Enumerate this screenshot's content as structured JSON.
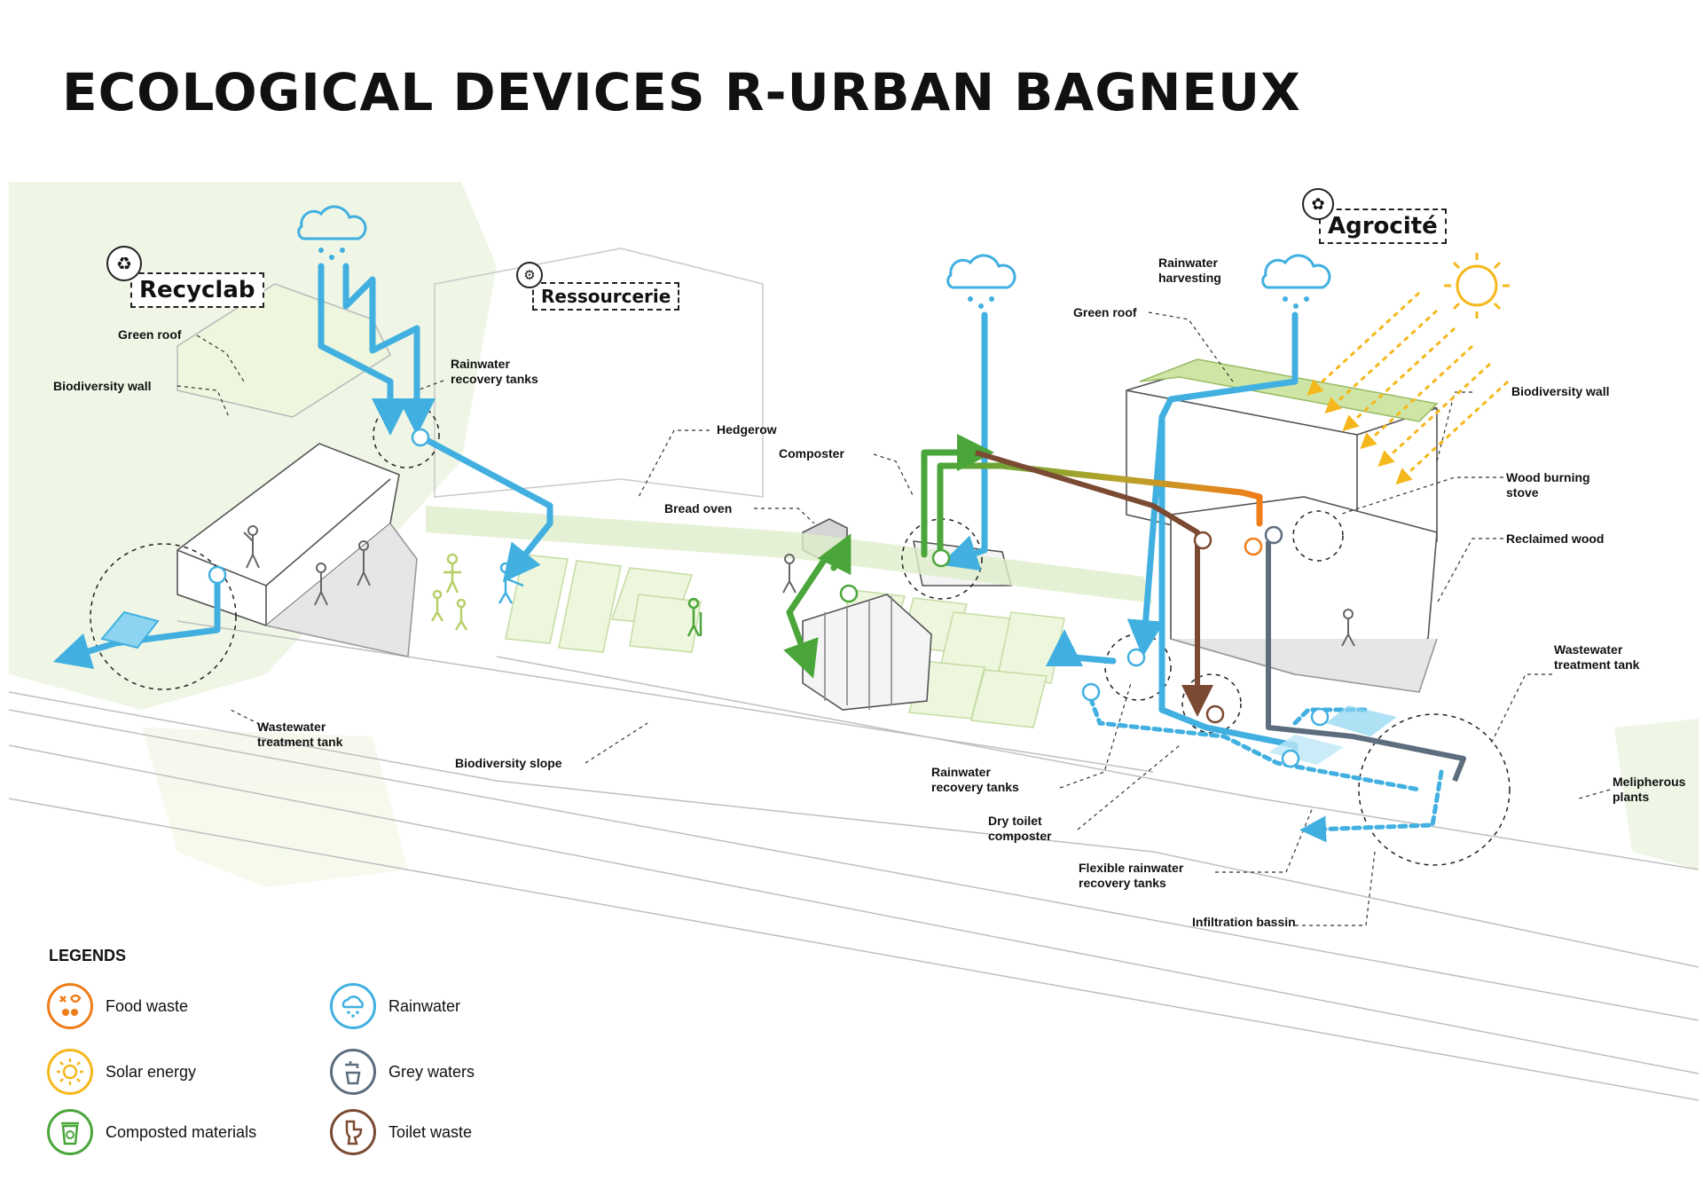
{
  "title": "ECOLOGICAL DEVICES R-URBAN BAGNEUX",
  "zones": {
    "recyclab": "Recyclab",
    "ressourcerie": "Ressourcerie",
    "agrocite": "Agrocité"
  },
  "labels": {
    "green_roof_left": "Green roof",
    "biodiversity_wall_left": "Biodiversity wall",
    "rainwater_recovery_tanks_top": "Rainwater\nrecovery tanks",
    "hedgerow": "Hedgerow",
    "composter": "Composter",
    "bread_oven": "Bread oven",
    "rainwater_harvesting": "Rainwater\nharvesting",
    "green_roof_right": "Green roof",
    "biodiversity_wall_right": "Biodiversity wall",
    "wood_burning_stove": "Wood burning\nstove",
    "reclaimed_wood": "Reclaimed wood",
    "wastewater_treatment_tank_right": "Wastewater\ntreatment tank",
    "wastewater_treatment_tank_left": "Wastewater\ntreatment tank",
    "biodiversity_slope": "Biodiversity slope",
    "rainwater_recovery_tanks_bottom": "Rainwater\nrecovery tanks",
    "dry_toilet_composter": "Dry toilet\ncomposter",
    "flexible_rainwater_recovery_tanks": "Flexible rainwater\nrecovery tanks",
    "infiltration_bassin": "Infiltration bassin",
    "meliphero_plants": "Melipherous\nplants"
  },
  "legend": {
    "title": "LEGENDS",
    "items": [
      {
        "label": "Food waste",
        "color": "#ef7d1a",
        "icon": "food-waste-icon"
      },
      {
        "label": "Solar energy",
        "color": "#f5b81c",
        "icon": "sun-icon"
      },
      {
        "label": "Composted materials",
        "color": "#4aa63a",
        "icon": "compost-bin-icon"
      },
      {
        "label": "Rainwater",
        "color": "#41b0e0",
        "icon": "cloud-rain-icon"
      },
      {
        "label": "Grey waters",
        "color": "#5d6d7e",
        "icon": "faucet-icon"
      },
      {
        "label": "Toilet waste",
        "color": "#7b4a32",
        "icon": "toilet-icon"
      }
    ]
  }
}
